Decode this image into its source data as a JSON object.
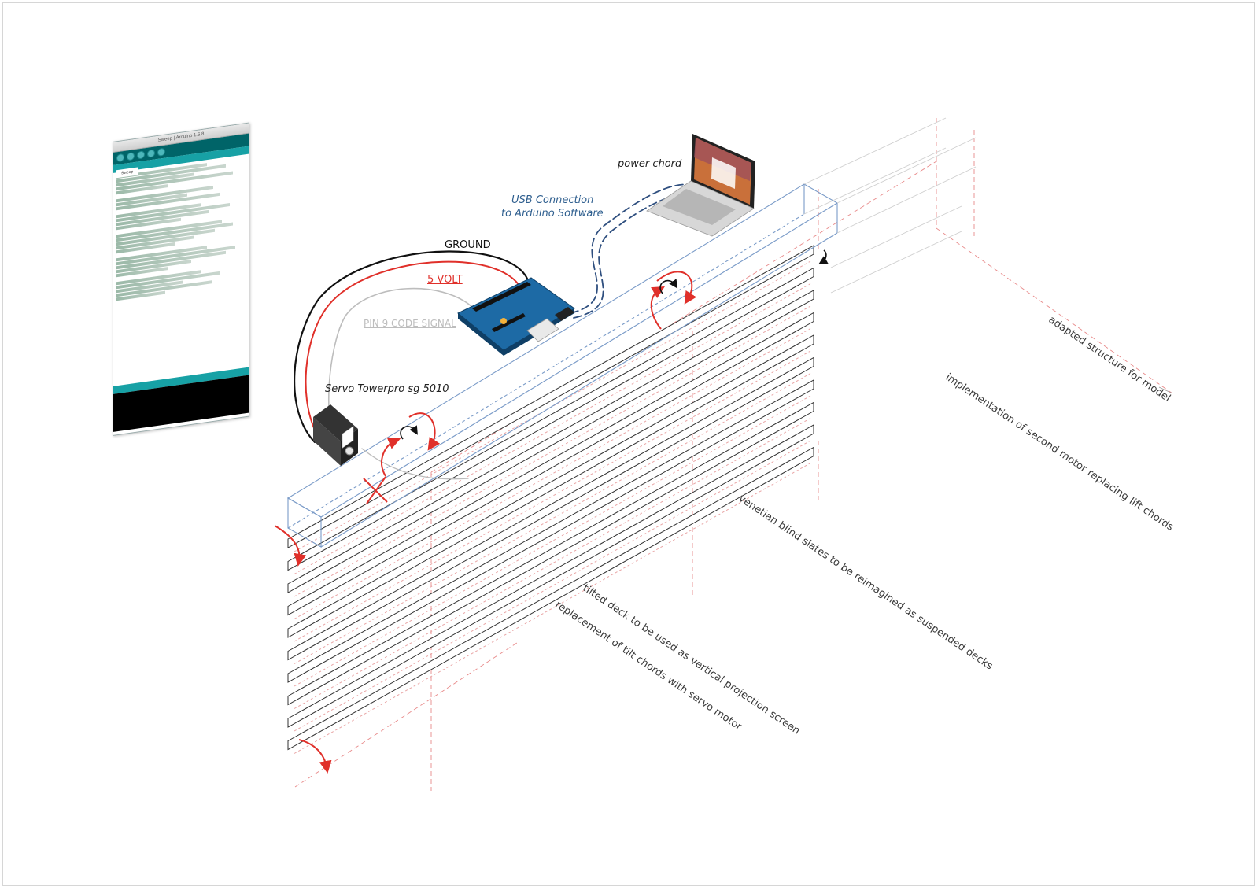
{
  "labels": {
    "power": "power chord",
    "usb_line1": "USB Connection",
    "usb_line2": "to Arduino Software",
    "ground": "GROUND",
    "volt": "5 VOLT",
    "pin9": "PIN 9 CODE SIGNAL",
    "servo": "Servo Towerpro sg 5010",
    "adapted": "adapted structure for model",
    "second_motor": "implementation of second motor replacing lift chords",
    "venetian": "venetian blind slates to be reimagined as suspended decks",
    "tilted": "tilted deck to be used as vertical projection screen",
    "replacement": "replacement of tilt chords with servo motor"
  },
  "colors": {
    "accent_red": "#e0302a",
    "usb_blue": "#2f5f8f",
    "frame_blue": "#7a9bc8",
    "arduino_teal": "#17a1a5"
  },
  "code_window": {
    "title": "Sweep | Arduino 1.6.8",
    "tab": "Sweep"
  },
  "icons": [
    "laptop-icon",
    "arduino-board-icon",
    "servo-motor-icon",
    "rotation-arrow-icon",
    "cross-mark-icon"
  ]
}
